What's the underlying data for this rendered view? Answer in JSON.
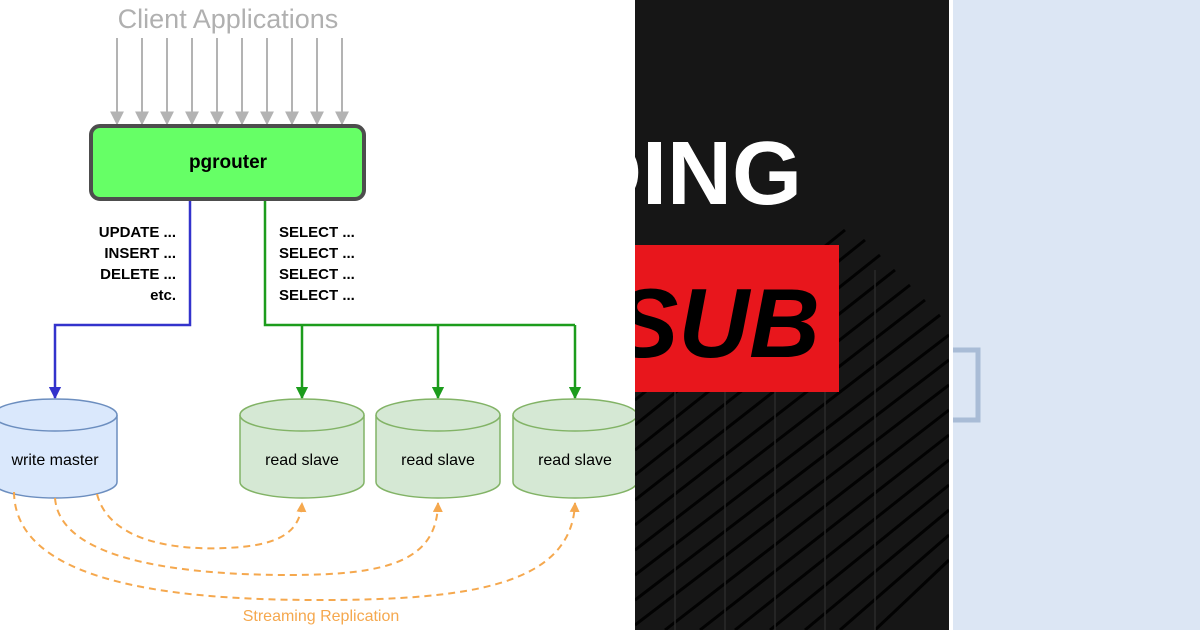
{
  "diagram": {
    "header": "Client Applications",
    "router": "pgrouter",
    "write_queries": [
      "UPDATE ...",
      "INSERT ...",
      "DELETE ...",
      "etc."
    ],
    "read_queries": [
      "SELECT ...",
      "SELECT ...",
      "SELECT ...",
      "SELECT ..."
    ],
    "master": "write master",
    "slaves": [
      "read slave",
      "read slave",
      "read slave"
    ],
    "replication": "Streaming Replication",
    "colors": {
      "router_fill": "#66ff66",
      "write_arrow": "#3333cc",
      "read_arrow": "#1c9c1c",
      "replication": "#f5a84e",
      "client_arrows": "#b3b3b3",
      "master_fill": "#dae8fc",
      "slave_fill": "#d5e8d4"
    }
  },
  "thumbnail": {
    "title_fragment": "DING",
    "badge_fragment": "SUB",
    "colors": {
      "background": "#161616",
      "badge": "#e8161c",
      "text": "#ffffff"
    }
  },
  "side_panel": {
    "colors": {
      "background": "#dce6f4",
      "bracket": "#a9bcd6"
    }
  }
}
